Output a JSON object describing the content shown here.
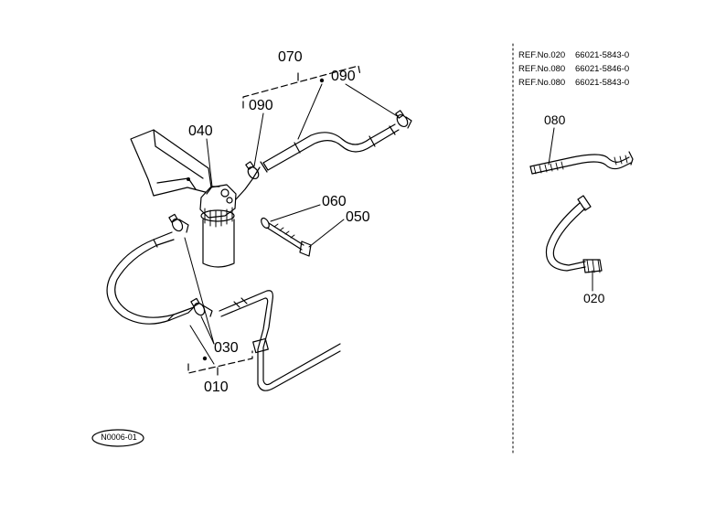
{
  "labels": {
    "p010": "010",
    "p020": "020",
    "p030": "030",
    "p040": "040",
    "p050": "050",
    "p060": "060",
    "p070": "070",
    "p080": "080",
    "p090a": "090",
    "p090b": "090"
  },
  "references": [
    {
      "ref": "REF.No.020",
      "part": "66021-5843-0"
    },
    {
      "ref": "REF.No.080",
      "part": "66021-5846-0"
    },
    {
      "ref": "REF.No.080",
      "part": "66021-5843-0"
    }
  ],
  "page_code": "N0006-01"
}
